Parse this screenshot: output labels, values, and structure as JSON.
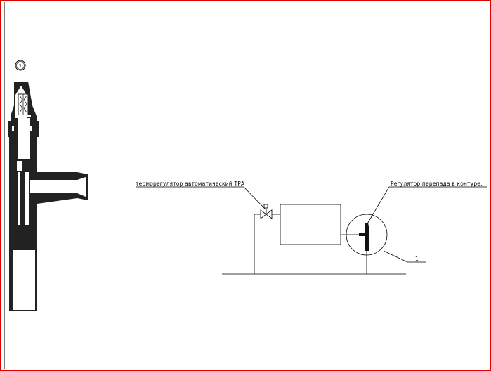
{
  "drawing": {
    "detail_marker": "1",
    "callout_valve": "терморегулятор автоматический ТРА",
    "callout_regulator": "Регулятор перепада в контуре.",
    "callout_detail_ref": "1"
  },
  "colors": {
    "frame": "#e00000",
    "ink": "#000000",
    "fill": "#222222"
  }
}
